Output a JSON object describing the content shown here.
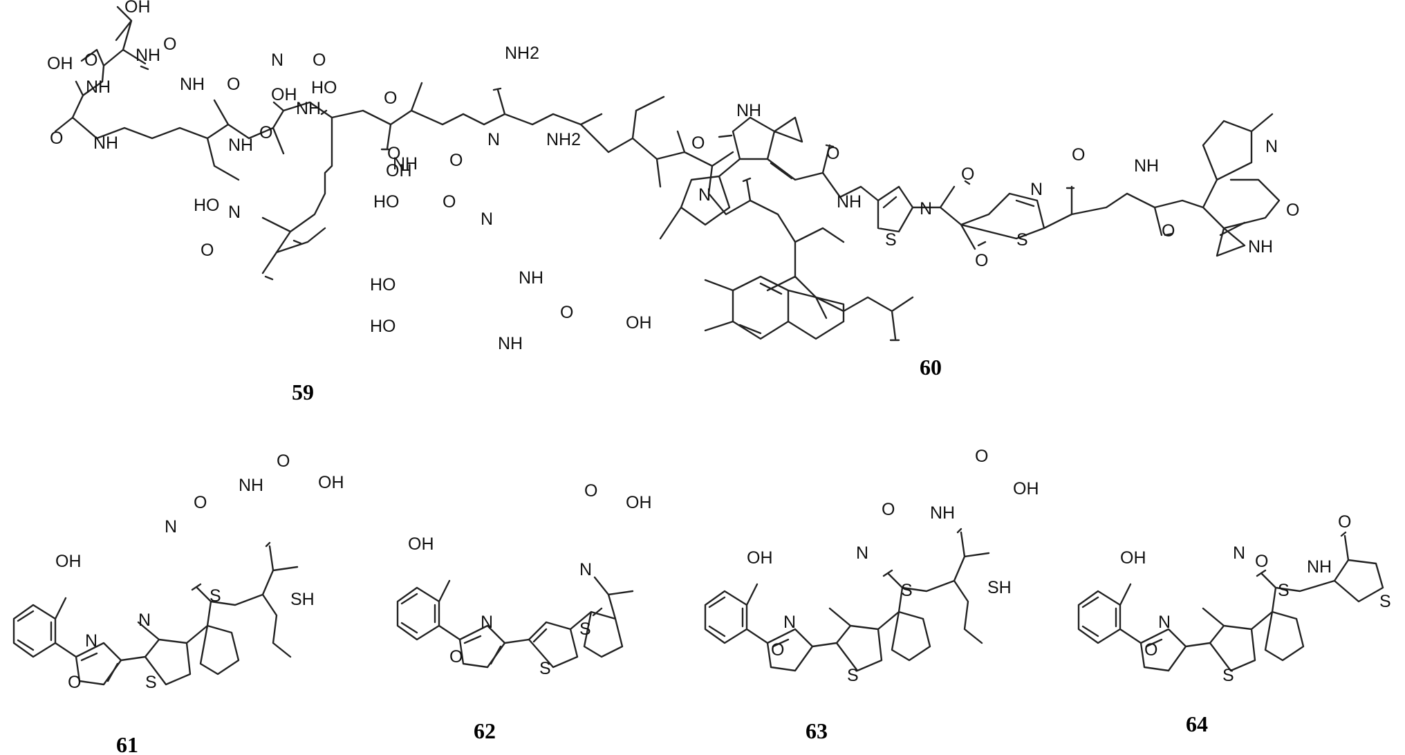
{
  "compounds": [
    {
      "label": "59",
      "atoms": [
        "OH",
        "OH",
        "O",
        "O",
        "NH",
        "NH",
        "O",
        "N",
        "O",
        "OH",
        "NH",
        "O",
        "O",
        "NH",
        "NH",
        "HO",
        "O",
        "NH2",
        "NH",
        "N",
        "NH2",
        "O",
        "O",
        "HO",
        "N",
        "O",
        "OH",
        "NH",
        "HO",
        "O",
        "N",
        "NH",
        "HO",
        "HO",
        "NH",
        "O",
        "OH"
      ]
    },
    {
      "label": "60",
      "atoms": [
        "NH",
        "O",
        "N",
        "O",
        "NH",
        "N",
        "S",
        "O",
        "O",
        "N",
        "S",
        "O",
        "NH",
        "O",
        "N",
        "O",
        "NH"
      ]
    },
    {
      "label": "61",
      "atoms": [
        "O",
        "OH",
        "NH",
        "O",
        "N",
        "OH",
        "N",
        "S",
        "SH",
        "N",
        "O",
        "S"
      ]
    },
    {
      "label": "62",
      "atoms": [
        "O",
        "OH",
        "OH",
        "N",
        "N",
        "S",
        "O",
        "S"
      ]
    },
    {
      "label": "63",
      "atoms": [
        "O",
        "OH",
        "O",
        "NH",
        "OH",
        "N",
        "N",
        "S",
        "SH",
        "O",
        "S"
      ]
    },
    {
      "label": "64",
      "atoms": [
        "O",
        "S",
        "O",
        "NH",
        "OH",
        "N",
        "N",
        "S",
        "O",
        "S"
      ]
    }
  ]
}
